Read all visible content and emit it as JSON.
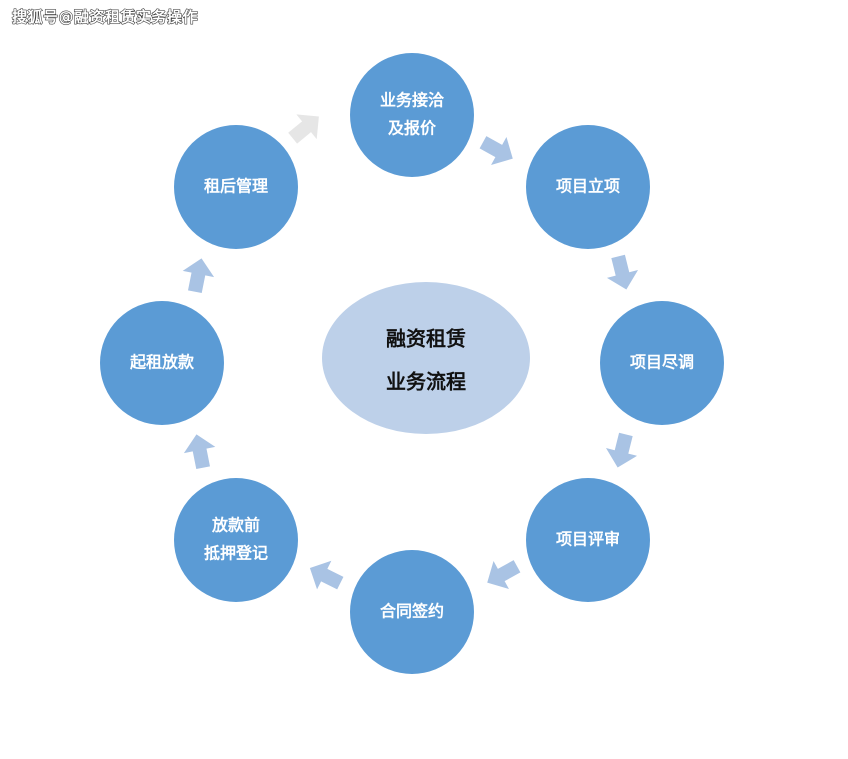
{
  "watermark": "搜狐号@融资租赁实务操作",
  "center": {
    "line1": "融资租赁",
    "line2": "业务流程"
  },
  "steps": [
    {
      "line1": "业务接洽",
      "line2": "及报价"
    },
    {
      "line1": "项目立项",
      "line2": ""
    },
    {
      "line1": "项目尽调",
      "line2": ""
    },
    {
      "line1": "项目评审",
      "line2": ""
    },
    {
      "line1": "合同签约",
      "line2": ""
    },
    {
      "line1": "放款前",
      "line2": "抵押登记"
    },
    {
      "line1": "起租放款",
      "line2": ""
    },
    {
      "line1": "租后管理",
      "line2": ""
    }
  ],
  "colors": {
    "node": "#5b9bd5",
    "center": "#bdd0e9",
    "arrow": "#a9c3e4",
    "arrow_faded": "#e6e6e6"
  }
}
